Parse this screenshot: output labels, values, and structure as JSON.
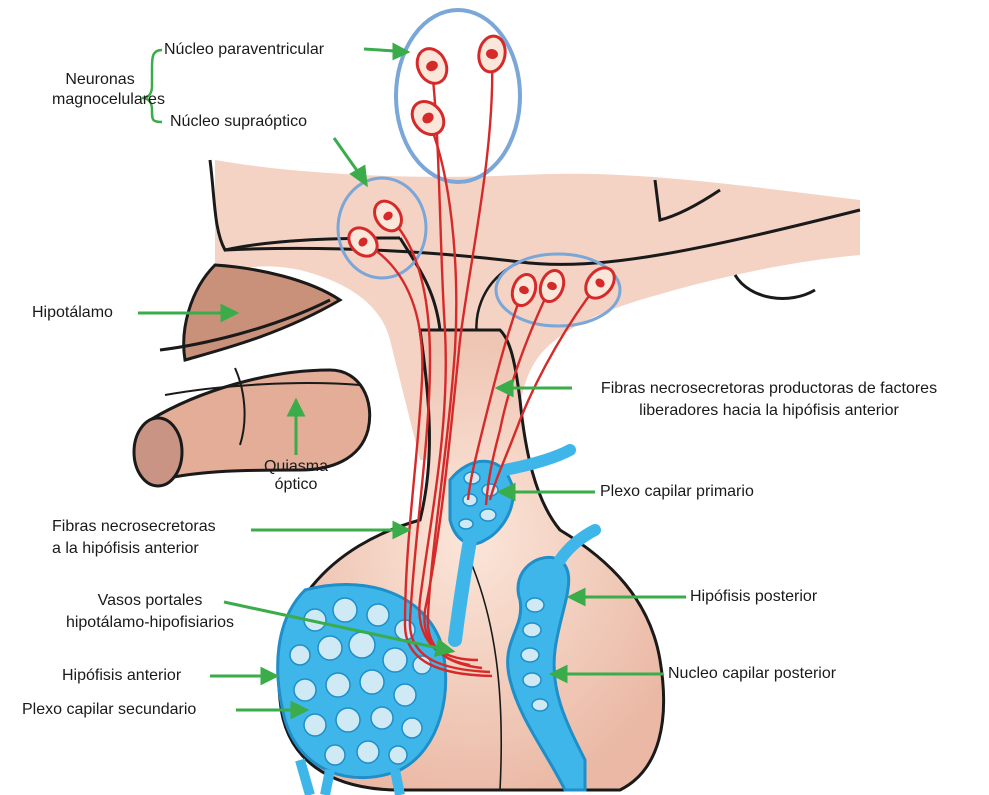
{
  "colors": {
    "arrow": "#3aac4a",
    "tissue": "#f5d6c8",
    "tissue_dark": "#d4a08c",
    "outline": "#1a1a1a",
    "vessel": "#3fb6ea",
    "vessel_dark": "#1e8fc8",
    "neuron": "#d62a2a",
    "nucleus_circle": "#7aa6d8"
  },
  "labels": {
    "neuronas": "Neuronas\nmagnocelulares",
    "paraventricular": "Núcleo paraventricular",
    "supraoptico": "Núcleo supraóptico",
    "hipotalamo": "Hipotálamo",
    "quiasma": "Quiasma\nóptico",
    "fibras_factores": "Fibras necrosecretoras productoras de factores\nliberadores hacia la hipófisis anterior",
    "plexo_primario": "Plexo capilar primario",
    "fibras_anterior": "Fibras necrosecretoras\na la hipófisis anterior",
    "vasos_portales": "Vasos portales\nhipotálamo-hipofisiarios",
    "hipofisis_posterior": "Hipófisis posterior",
    "hipofisis_anterior": "Hipófisis anterior",
    "nucleo_capilar": "Nucleo capilar posterior",
    "plexo_secundario": "Plexo capilar secundario"
  }
}
